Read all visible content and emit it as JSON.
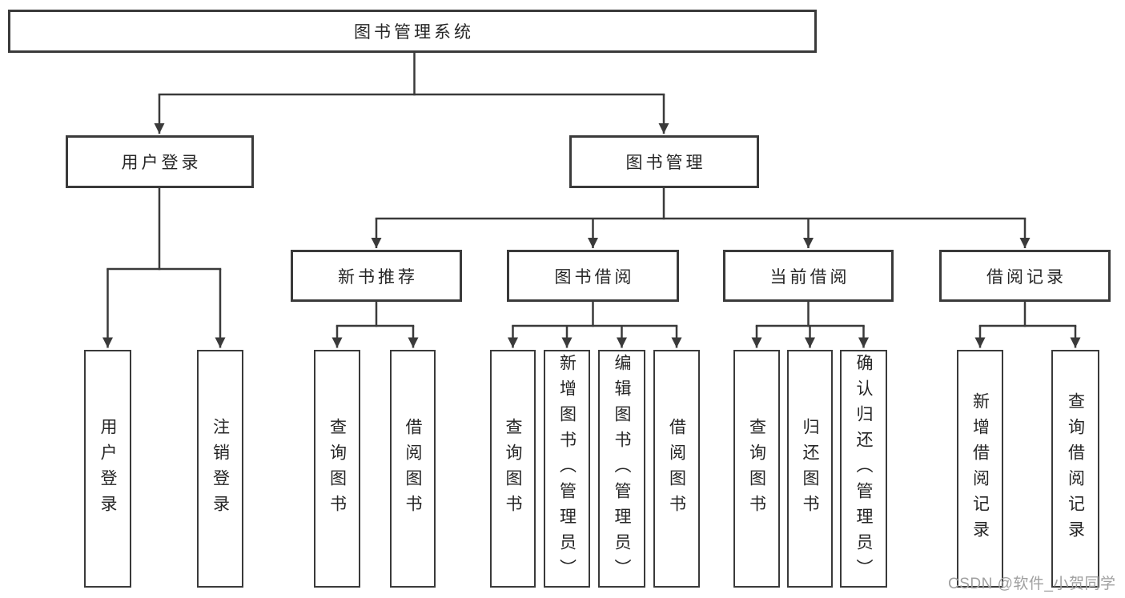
{
  "tree": {
    "root": "图书管理系统",
    "branches": [
      {
        "label": "用户登录",
        "children": [
          "用户登录",
          "注销登录"
        ]
      },
      {
        "label": "图书管理",
        "children": [
          {
            "label": "新书推荐",
            "children": [
              "查询图书",
              "借阅图书"
            ]
          },
          {
            "label": "图书借阅",
            "children": [
              "查询图书",
              "新增图书（管理员）",
              "编辑图书（管理员）",
              "借阅图书"
            ]
          },
          {
            "label": "当前借阅",
            "children": [
              "查询图书",
              "归还图书",
              "确认归还（管理员）"
            ]
          },
          {
            "label": "借阅记录",
            "children": [
              "新增借阅记录",
              "查询借阅记录"
            ]
          }
        ]
      }
    ]
  },
  "watermark": {
    "text": "CSDN @软件_小贺同学"
  },
  "colors": {
    "line": "#3a3a3a",
    "text": "#262626",
    "box_background": "#ffffff",
    "watermark": "#a0a0a0"
  }
}
